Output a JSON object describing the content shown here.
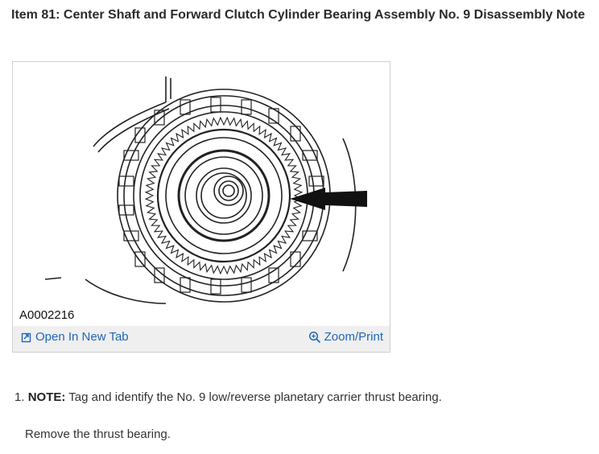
{
  "document": {
    "title": "Item 81: Center Shaft and Forward Clutch Cylinder Bearing Assembly No. 9 Disassembly Note"
  },
  "figure": {
    "image_id": "A0002216",
    "open_link": "Open In New Tab",
    "open_icon": "external-tab-icon",
    "zoom_link": "Zoom/Print",
    "zoom_icon": "magnifier-plus-icon",
    "link_color": "#1f66b8"
  },
  "steps": [
    {
      "number": "1.",
      "label": "NOTE:",
      "text": "Tag and identify the No. 9 low/reverse planetary carrier thrust bearing.",
      "sub": "Remove the thrust bearing."
    }
  ]
}
